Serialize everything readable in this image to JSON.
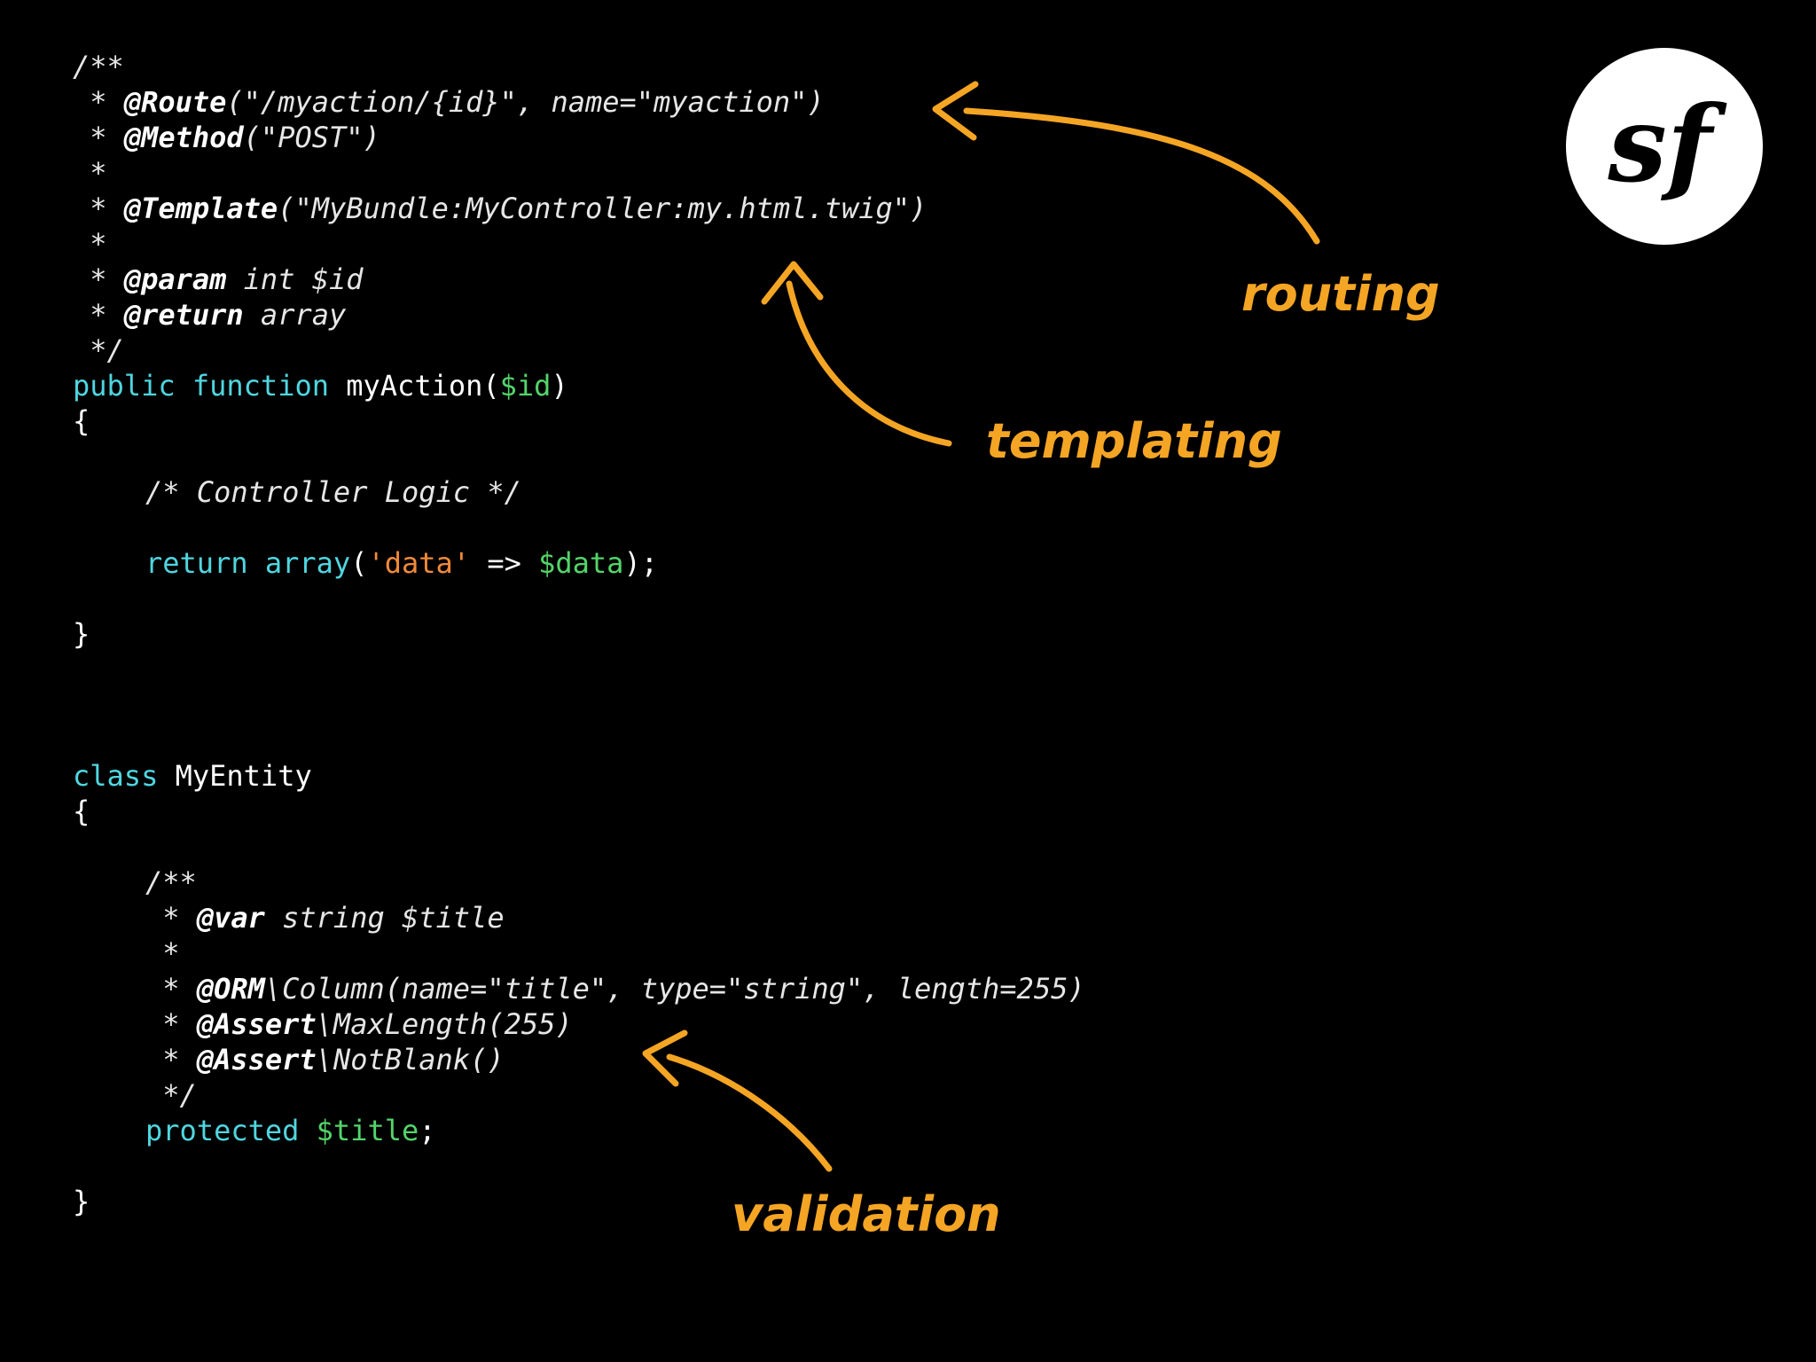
{
  "code": {
    "controller": {
      "doc_open": "/**",
      "route_prefix": " * ",
      "route_tag": "@Route",
      "route_args": "(\"/myaction/{id}\", name=\"myaction\")",
      "method_prefix": " * ",
      "method_tag": "@Method",
      "method_args": "(\"POST\")",
      "blank1": " *",
      "template_prefix": " * ",
      "template_tag": "@Template",
      "template_args": "(\"MyBundle:MyController:my.html.twig\")",
      "blank2": " *",
      "param_prefix": " * ",
      "param_tag": "@param",
      "param_rest": " int $id",
      "return_prefix": " * ",
      "return_tag": "@return",
      "return_rest": " array",
      "doc_close": " */",
      "kw_public": "public",
      "kw_function": "function",
      "fn_name": " myAction(",
      "fn_arg": "$id",
      "fn_close": ")",
      "brace_open": "{",
      "logic_comment": "/* Controller Logic */",
      "kw_return": "return",
      "kw_array": "array",
      "ret_paren": "(",
      "ret_key": "'data'",
      "ret_arrow": " => ",
      "ret_var": "$data",
      "ret_end": ");",
      "brace_close": "}"
    },
    "entity": {
      "kw_class": "class",
      "class_name": " MyEntity",
      "brace_open": "{",
      "doc_open": "/**",
      "var_prefix": " * ",
      "var_tag": "@var",
      "var_rest": " string $title",
      "blank": " *",
      "orm_prefix": " * ",
      "orm_tag": "@ORM",
      "orm_rest": "\\Column(name=\"title\", type=\"string\", length=255)",
      "max_prefix": " * ",
      "max_tag": "@Assert",
      "max_rest": "\\MaxLength(255)",
      "nb_prefix": " * ",
      "nb_tag": "@Assert",
      "nb_rest": "\\NotBlank()",
      "doc_close": " */",
      "kw_protected": "protected",
      "prop_var": "$title",
      "prop_end": ";",
      "brace_close": "}"
    }
  },
  "annotations": {
    "routing": "routing",
    "templating": "templating",
    "validation": "validation"
  },
  "colors": {
    "background": "#000000",
    "keyword": "#4fd6e0",
    "variable": "#53d46a",
    "string": "#f08a3a",
    "annotation": "#f5a524"
  },
  "logo": {
    "icon": "symfony-logo-icon",
    "glyph": "sf"
  }
}
